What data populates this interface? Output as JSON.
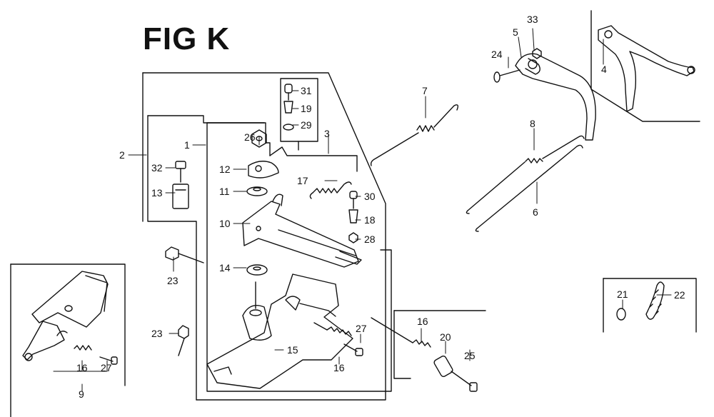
{
  "figure": {
    "title": "FIG K"
  },
  "callouts": [
    {
      "id": "c1",
      "text": "1"
    },
    {
      "id": "c2",
      "text": "2"
    },
    {
      "id": "c3",
      "text": "3"
    },
    {
      "id": "c4",
      "text": "4"
    },
    {
      "id": "c5",
      "text": "5"
    },
    {
      "id": "c6",
      "text": "6"
    },
    {
      "id": "c7",
      "text": "7"
    },
    {
      "id": "c8",
      "text": "8"
    },
    {
      "id": "c9",
      "text": "9"
    },
    {
      "id": "c10",
      "text": "10"
    },
    {
      "id": "c11",
      "text": "11"
    },
    {
      "id": "c12",
      "text": "12"
    },
    {
      "id": "c13",
      "text": "13"
    },
    {
      "id": "c14",
      "text": "14"
    },
    {
      "id": "c15",
      "text": "15"
    },
    {
      "id": "c16a",
      "text": "16"
    },
    {
      "id": "c16b",
      "text": "16"
    },
    {
      "id": "c16c",
      "text": "16"
    },
    {
      "id": "c17",
      "text": "17"
    },
    {
      "id": "c18",
      "text": "18"
    },
    {
      "id": "c19",
      "text": "19"
    },
    {
      "id": "c20",
      "text": "20"
    },
    {
      "id": "c21",
      "text": "21"
    },
    {
      "id": "c22",
      "text": "22"
    },
    {
      "id": "c23a",
      "text": "23"
    },
    {
      "id": "c23b",
      "text": "23"
    },
    {
      "id": "c24",
      "text": "24"
    },
    {
      "id": "c25",
      "text": "25"
    },
    {
      "id": "c26",
      "text": "26"
    },
    {
      "id": "c27a",
      "text": "27"
    },
    {
      "id": "c27b",
      "text": "27"
    },
    {
      "id": "c28",
      "text": "28"
    },
    {
      "id": "c29",
      "text": "29"
    },
    {
      "id": "c30",
      "text": "30"
    },
    {
      "id": "c31",
      "text": "31"
    },
    {
      "id": "c32",
      "text": "32"
    },
    {
      "id": "c33",
      "text": "33"
    }
  ]
}
